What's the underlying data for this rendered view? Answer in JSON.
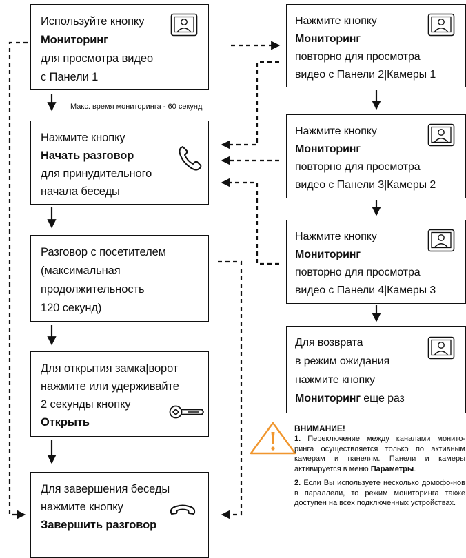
{
  "left_boxes": [
    {
      "lines": [
        "Используйте кнопку",
        "Мониторинг",
        "для просмотра видео",
        "с Панели 1"
      ],
      "bold": [
        1
      ],
      "icon": "monitor-icon"
    },
    {
      "lines": [
        "Нажмите кнопку",
        "Начать разговор",
        "для принудительного",
        "начала беседы"
      ],
      "bold": [
        1
      ],
      "icon": "phone-handset-icon"
    },
    {
      "lines": [
        "Разговор с посетителем",
        "(максимальная",
        "продолжительность",
        "120 секунд)"
      ],
      "bold": [],
      "icon": ""
    },
    {
      "lines": [
        "Для открытия замка|ворот",
        "нажмите или удерживайте",
        "2 секунды кнопку",
        "Открыть"
      ],
      "bold": [
        3
      ],
      "icon": "key-icon"
    },
    {
      "lines": [
        "Для завершения беседы",
        "нажмите кнопку",
        "Завершить разговор"
      ],
      "bold": [
        2
      ],
      "icon": "hang-up-icon"
    }
  ],
  "right_boxes": [
    {
      "lines": [
        "Нажмите кнопку",
        "Мониторинг",
        "повторно для просмотра",
        "видео с Панели 2|Камеры 1"
      ],
      "bold": [
        1
      ],
      "icon": "monitor-icon"
    },
    {
      "lines": [
        "Нажмите кнопку",
        "Мониторинг",
        "повторно для просмотра",
        "видео с Панели 3|Камеры 2"
      ],
      "bold": [
        1
      ],
      "icon": "monitor-icon"
    },
    {
      "lines": [
        "Нажмите кнопку",
        "Мониторинг",
        "повторно для просмотра",
        "видео с Панели 4|Камеры 3"
      ],
      "bold": [
        1
      ],
      "icon": "monitor-icon"
    },
    {
      "lines": [
        "Для возврата",
        "в режим ожидания",
        "нажмите кнопку",
        "Мониторинг еще раз"
      ],
      "bold": [],
      "bold_prefix": {
        "3": "Мониторинг"
      },
      "icon": "monitor-icon"
    }
  ],
  "monitoring_note": "Макс. время мониторинга - 60 секунд",
  "warning": {
    "title": "ВНИМАНИЕ!",
    "p1_num": "1.",
    "p1_a": "Переключение между каналами монито-ринга осуществляется только по активным камерам и панелям. Панели и камеры активируется в меню",
    "p1_bold": "Параметры",
    "p1_end": ".",
    "p2_num": "2.",
    "p2": "Если Вы используете несколько домофо-нов в параллели, то режим мониторинга также доступен на всех подключенных устройствах."
  },
  "colors": {
    "line": "#111111",
    "warning": "#f0962e"
  }
}
